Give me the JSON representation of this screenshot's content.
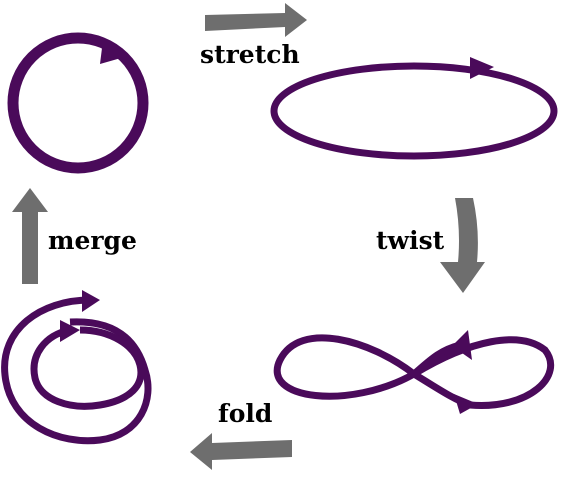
{
  "labels": {
    "stretch": "stretch",
    "twist": "twist",
    "fold": "fold",
    "merge": "merge"
  },
  "colors": {
    "loop": "#4a0a5a",
    "arrow": "#6e6e6e",
    "background": "#ffffff"
  },
  "icons": {
    "step_arrow": "block-arrow-icon",
    "direction_marker": "arrowhead-icon"
  }
}
